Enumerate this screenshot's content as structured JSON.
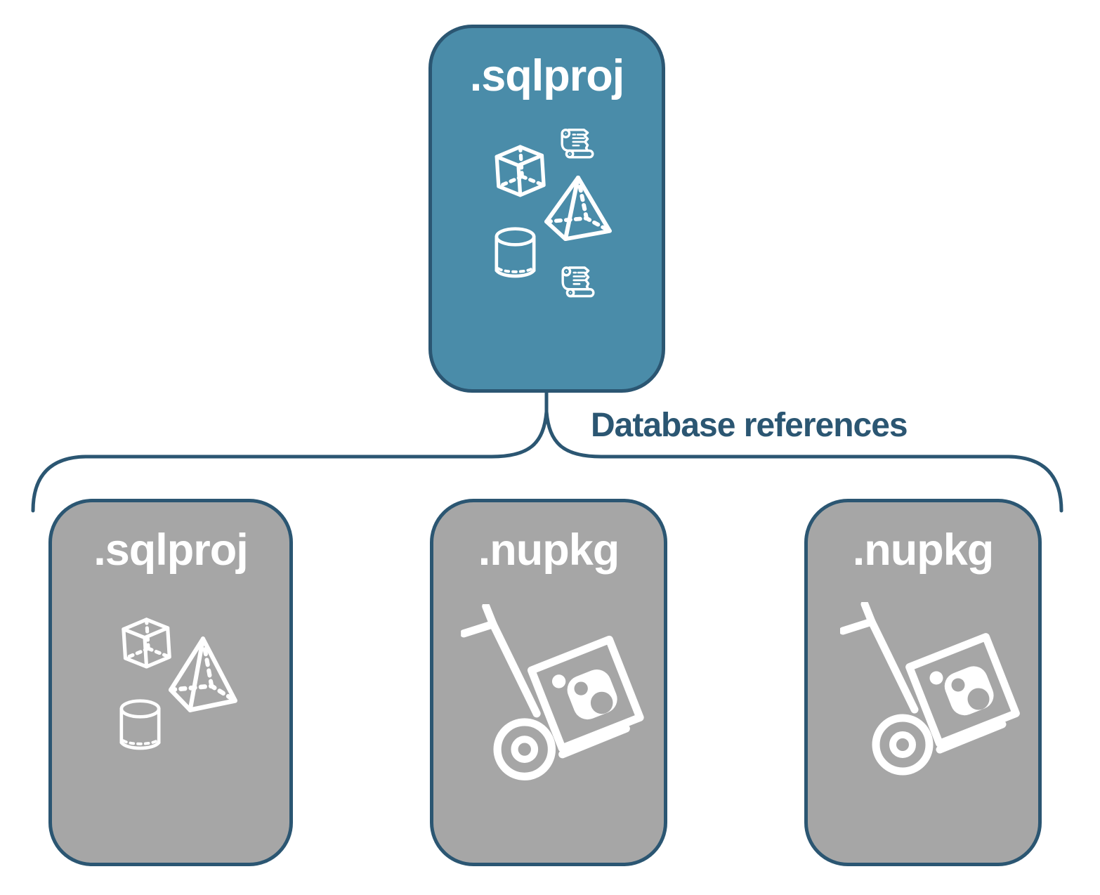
{
  "colors": {
    "accent": "#2B5672",
    "root_fill": "#4A8CA9",
    "child_fill": "#A6A6A6",
    "icon": "#FFFFFF",
    "background": "#FFFFFF",
    "label_text": "#2B5672"
  },
  "root_card": {
    "label": ".sqlproj",
    "icons": [
      "scroll-icon",
      "cube-icon",
      "pyramid-icon",
      "cylinder-icon",
      "scroll-icon"
    ]
  },
  "connector": {
    "label": "Database references"
  },
  "child_cards": [
    {
      "label": ".sqlproj",
      "icons": [
        "cube-icon",
        "pyramid-icon",
        "cylinder-icon"
      ]
    },
    {
      "label": ".nupkg",
      "icons": [
        "nuget-hand-truck-icon"
      ]
    },
    {
      "label": ".nupkg",
      "icons": [
        "nuget-hand-truck-icon"
      ]
    }
  ]
}
